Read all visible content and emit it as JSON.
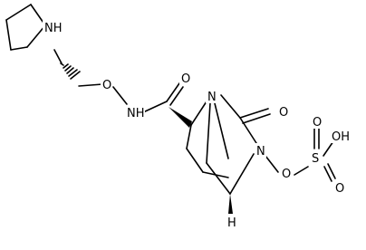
{
  "structure": {
    "atoms": {
      "pyrrolidine_nh": "NH",
      "hydroxylamine_o": "O",
      "amide_nh": "NH",
      "amide_o": "O",
      "bridgehead_n": "N",
      "urea_o": "O",
      "ring_n": "N",
      "sulfate_o_link": "O",
      "sulfur": "S",
      "sulfur_oh": "OH",
      "sulfur_o_top": "O",
      "sulfur_o_bottom": "O",
      "stereo_h": "H"
    }
  }
}
